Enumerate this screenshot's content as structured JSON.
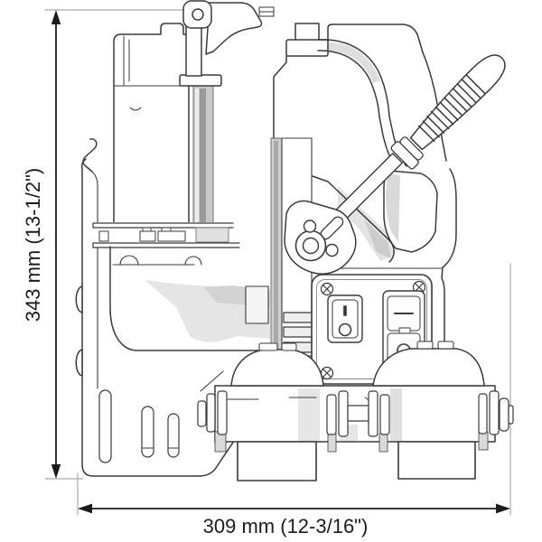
{
  "canvas": {
    "width": "600",
    "height": "600",
    "background": "#ffffff"
  },
  "drawing": {
    "subject": "magnetic drill press side view technical illustration",
    "style": "monochrome line art",
    "line_color": "#3a3a3a",
    "dimension_color": "#1c1c1c",
    "extension_line_color": "#b8b8b8",
    "shade_color": "#d9d9d9"
  },
  "dimensions": {
    "height": {
      "label": "343 mm (13-1/2\")",
      "mm": "343",
      "inches": "13-1/2\""
    },
    "width": {
      "label": "309 mm (12-3/16\")",
      "mm": "309",
      "inches": "12-3/16\""
    }
  },
  "control_panel": {
    "power_switch": {
      "on_label": "I",
      "off_label": "O"
    },
    "selector_switch": {
      "top_mark": "–",
      "bottom_mark": "O"
    }
  },
  "parts": [
    "stand bracket",
    "motor housing",
    "slide column",
    "clamp lever",
    "carry handle",
    "feed handle",
    "ratchet hub",
    "control panel",
    "power switch",
    "selector switch",
    "magnet base",
    "arbor flanges",
    "cutter blocks"
  ]
}
